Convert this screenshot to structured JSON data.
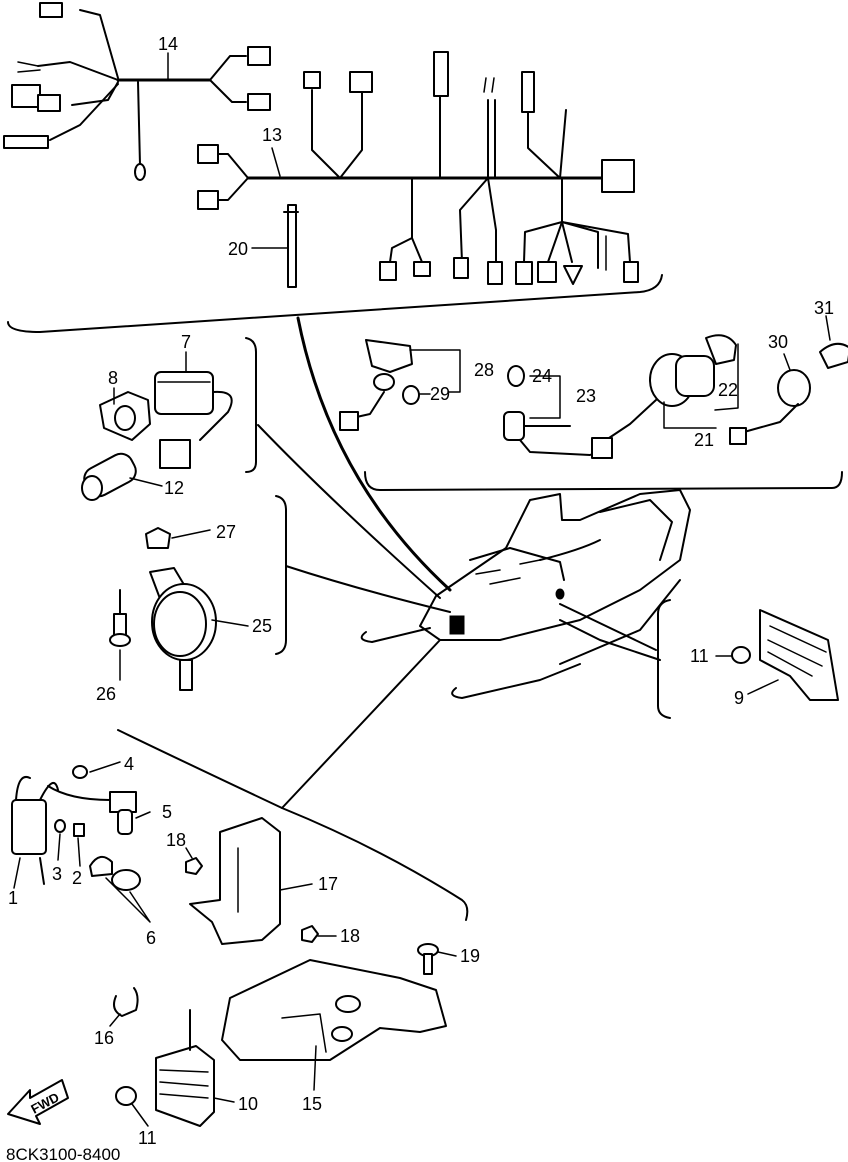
{
  "diagram": {
    "catalog_code": "8CK3100-8400",
    "fwd_text": "FWD",
    "callouts": [
      "1",
      "2",
      "3",
      "4",
      "5",
      "6",
      "7",
      "8",
      "9",
      "10",
      "11",
      "11",
      "12",
      "13",
      "14",
      "15",
      "16",
      "17",
      "18",
      "18",
      "19",
      "20",
      "21",
      "22",
      "23",
      "24",
      "25",
      "26",
      "27",
      "28",
      "29",
      "30",
      "31"
    ]
  }
}
